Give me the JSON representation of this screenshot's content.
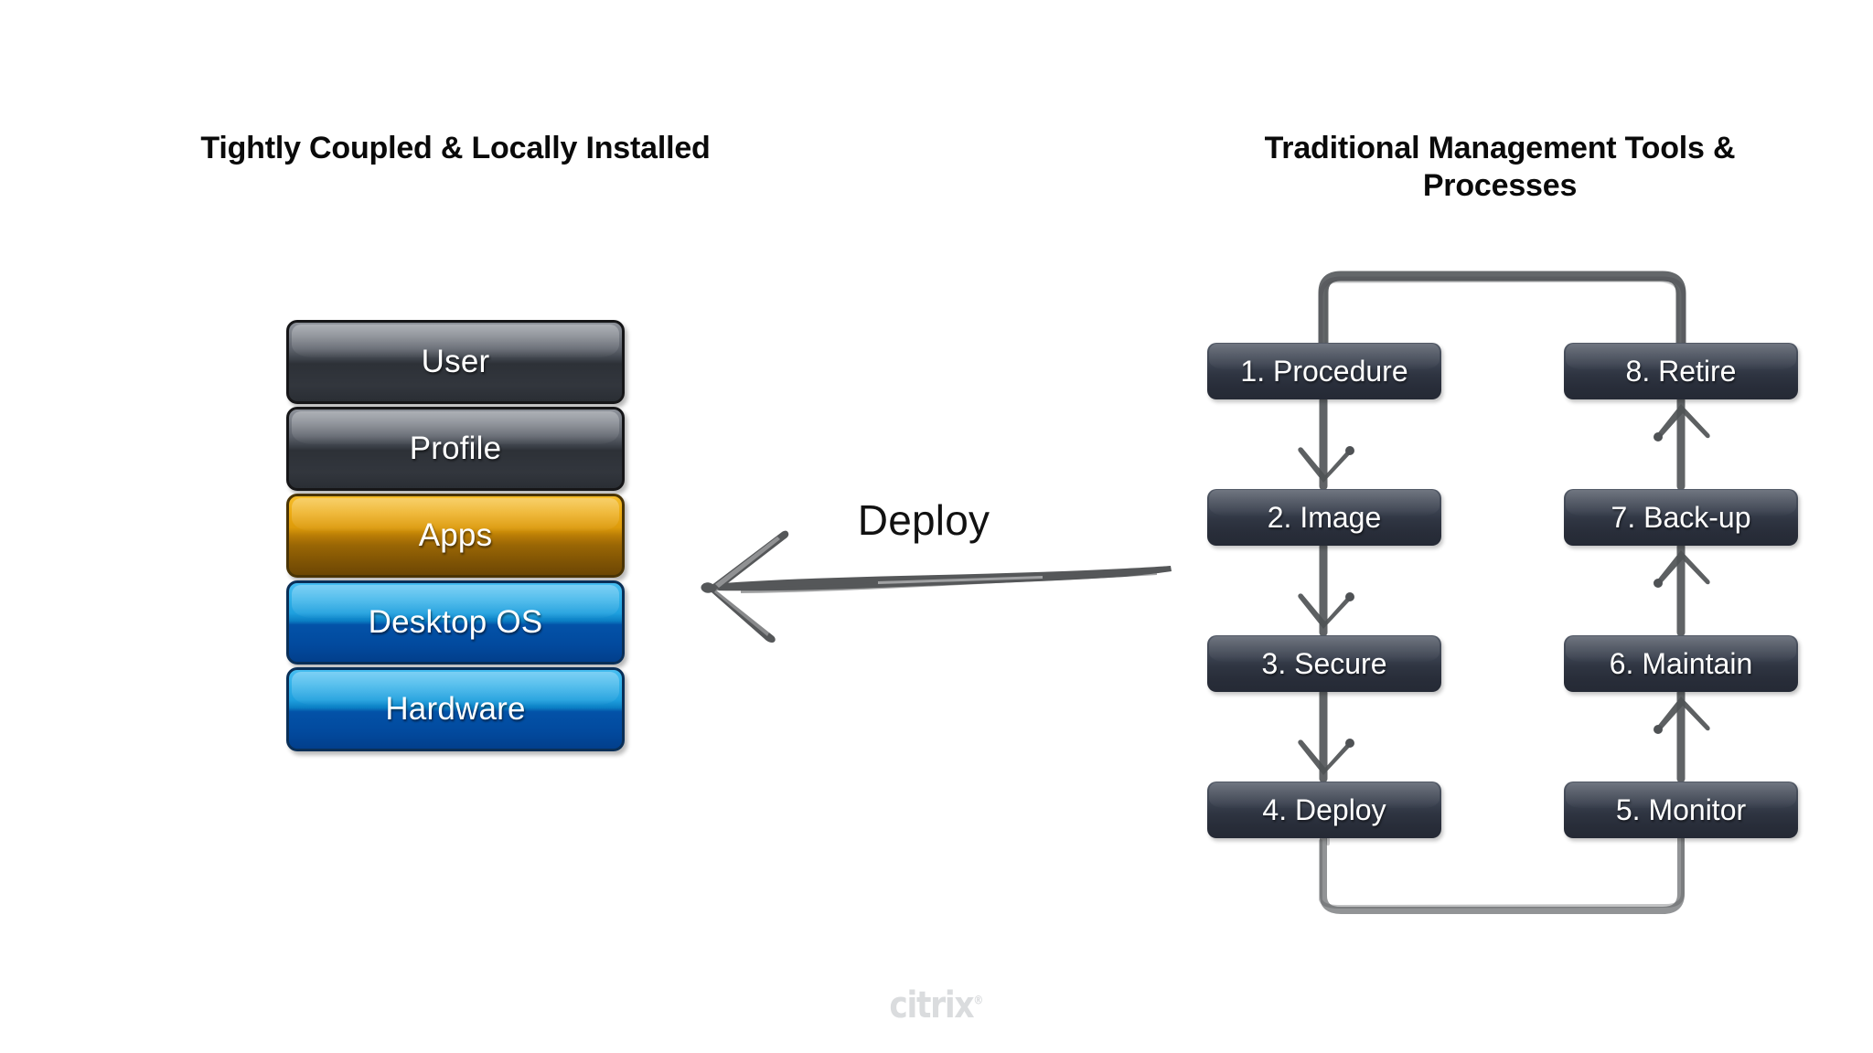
{
  "slide": {
    "background": "#ffffff",
    "headings": {
      "left": "Tightly Coupled & Locally Installed",
      "right": "Traditional Management Tools & Processes"
    }
  },
  "desktop_stack": {
    "label": "Desktop layer stack",
    "layers": [
      {
        "name": "User",
        "style": "dark",
        "text_color": "#ffffff"
      },
      {
        "name": "Profile",
        "style": "dark",
        "text_color": "#ffffff"
      },
      {
        "name": "Apps",
        "style": "gold",
        "text_color": "#ffffff"
      },
      {
        "name": "Desktop OS",
        "style": "blue",
        "text_color": "#ffffff"
      },
      {
        "name": "Hardware",
        "style": "blue",
        "text_color": "#ffffff"
      }
    ]
  },
  "deploy_connector": {
    "label": "Deploy",
    "direction": "right-to-left",
    "style": "hand-drawn",
    "color": "#555759"
  },
  "lifecycle": {
    "loop_color": "#4f5255",
    "arrow_color": "#4f5255",
    "left_column_flow": "downward",
    "right_column_flow": "upward",
    "steps_left": [
      {
        "number": "1",
        "label": "1. Procedure"
      },
      {
        "number": "2",
        "label": "2. Image"
      },
      {
        "number": "3",
        "label": "3. Secure"
      },
      {
        "number": "4",
        "label": "4. Deploy"
      }
    ],
    "steps_right": [
      {
        "number": "8",
        "label": "8. Retire"
      },
      {
        "number": "7",
        "label": "7. Back-up"
      },
      {
        "number": "6",
        "label": "6. Maintain"
      },
      {
        "number": "5",
        "label": "5. Monitor"
      }
    ]
  },
  "footer": {
    "logo_text": "citrix",
    "logo_trademark": "®",
    "logo_color": "#dadcde"
  },
  "colors": {
    "dark_layer_top": "#8d9199",
    "dark_layer_bottom": "#2a2e34",
    "gold_layer_top": "#f5bd2b",
    "gold_layer_bottom": "#6d4703",
    "blue_layer_top": "#46bdf0",
    "blue_layer_bottom": "#023f8c",
    "process_box_top": "#545b68",
    "process_box_bottom": "#252a35",
    "sketch_gray": "#555759",
    "heading_text": "#0a0a0a"
  }
}
